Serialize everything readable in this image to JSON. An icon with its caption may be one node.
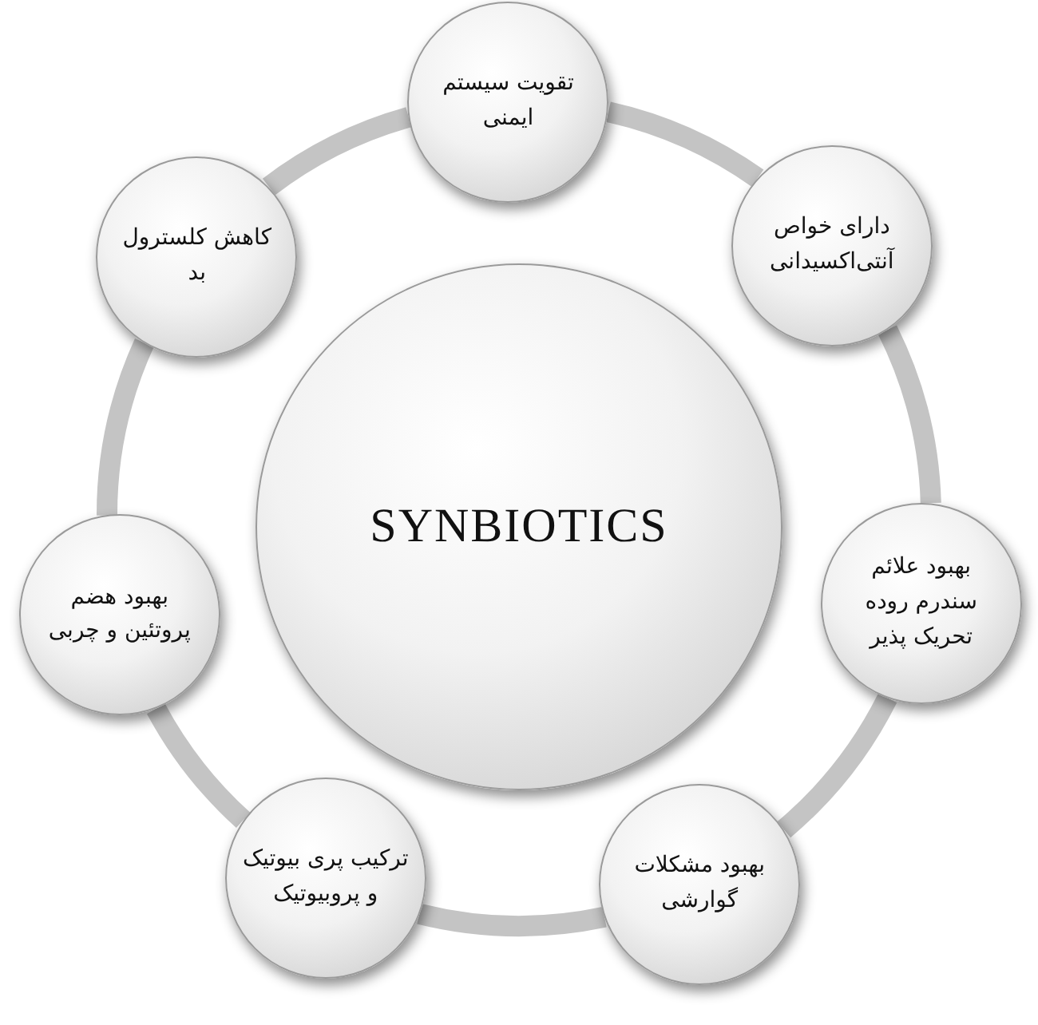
{
  "diagram": {
    "nodes": [
      {
        "text": [
          "SYNBIOTICS"
        ]
      },
      {
        "text": [
          "تقویت سیستم ایمنی"
        ]
      },
      {
        "text": [
          "دارای خواص آنتی‌اکسیدانی"
        ]
      },
      {
        "text": [
          "بهبود علائم سندرم روده تحریک پذیر"
        ]
      },
      {
        "text": [
          "بهبود مشکلات گوارشی"
        ]
      },
      {
        "text": [
          "ترکیب پری بیوتیک و پروبیوتیک"
        ]
      },
      {
        "text": [
          "بهبود هضم پروتئین و چربی"
        ]
      },
      {
        "text": [
          "کاهش کلسترول بد"
        ]
      }
    ],
    "edges": [
      {
        "from": 1,
        "to": 2,
        "arrow": "none"
      },
      {
        "from": 2,
        "to": 3,
        "arrow": "none"
      },
      {
        "from": 3,
        "to": 4,
        "arrow": "none"
      },
      {
        "from": 4,
        "to": 5,
        "arrow": "none"
      },
      {
        "from": 5,
        "to": 6,
        "arrow": "none"
      },
      {
        "from": 6,
        "to": 7,
        "arrow": "none"
      },
      {
        "from": 7,
        "to": 1,
        "arrow": "none"
      }
    ]
  }
}
